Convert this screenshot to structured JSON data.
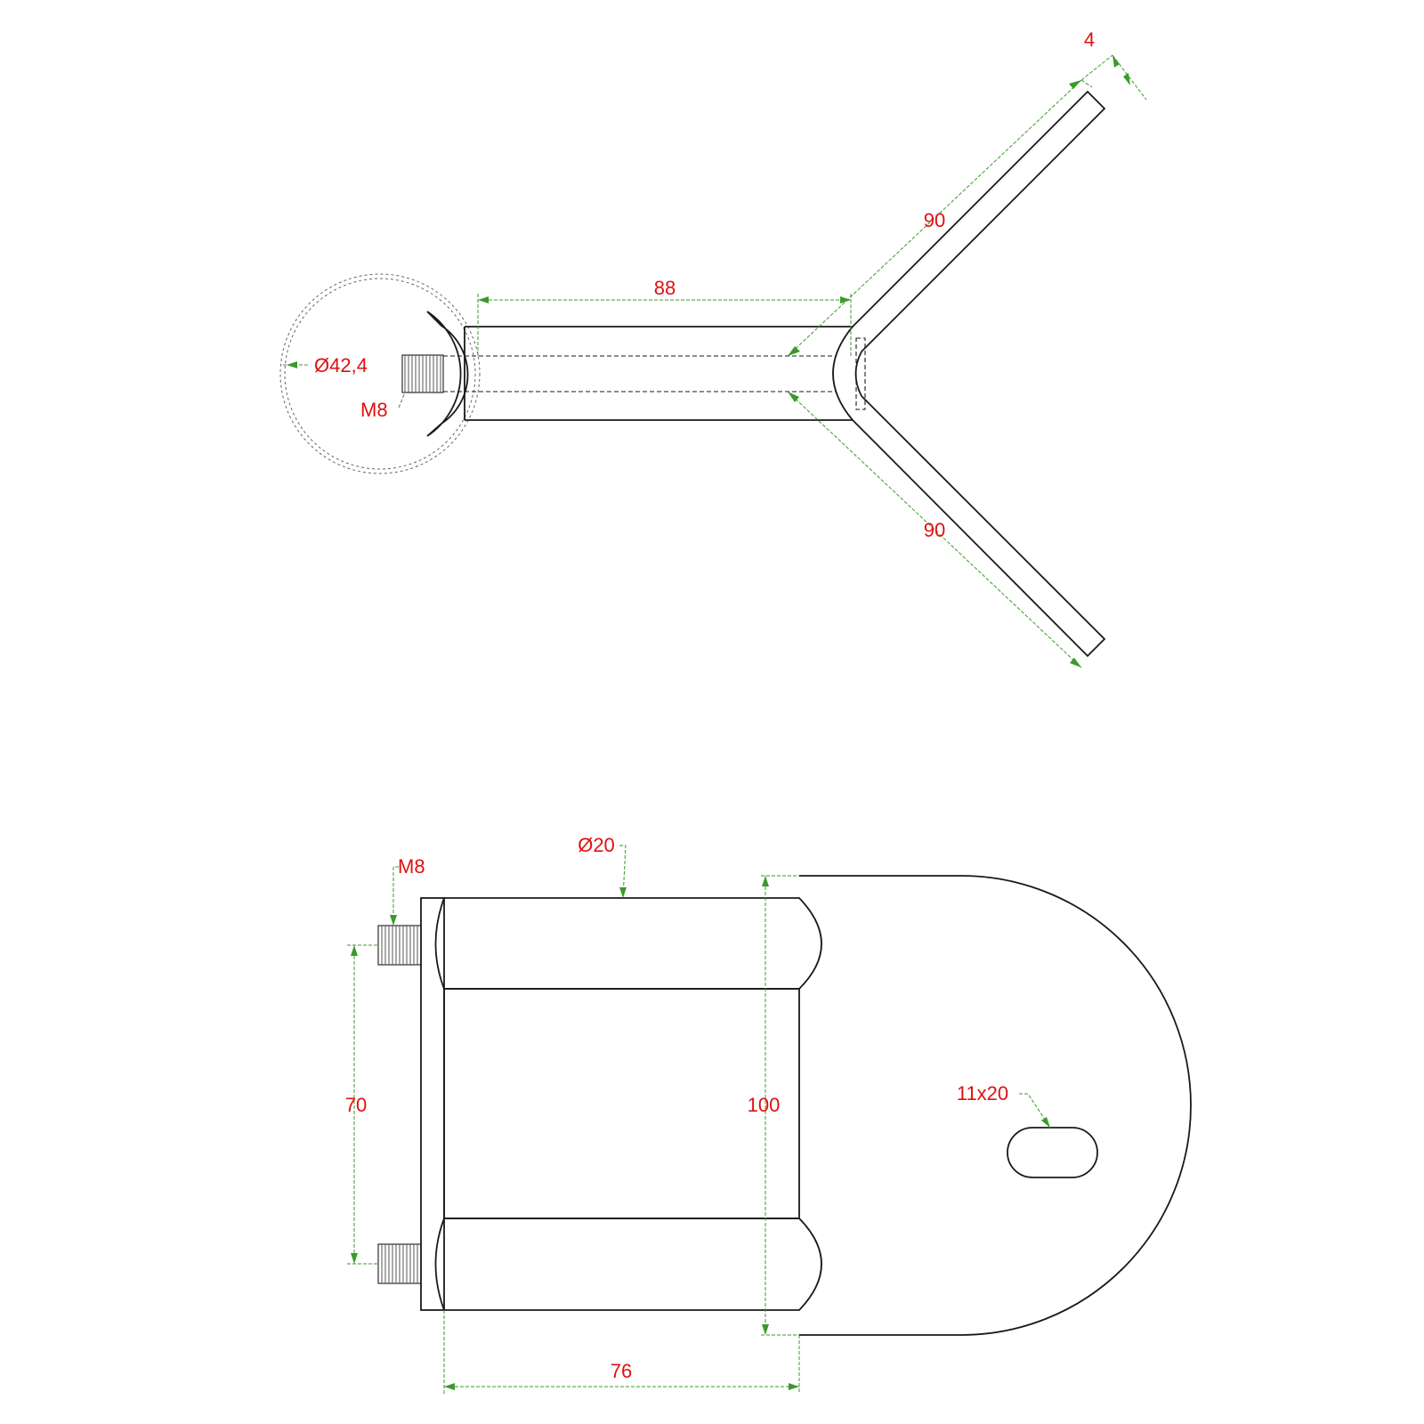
{
  "top_view": {
    "tube_diameter": "Ø42,4",
    "thread": "M8",
    "body_length": "88",
    "arm_upper_length": "90",
    "arm_lower_length": "90",
    "plate_thickness": "4"
  },
  "front_view": {
    "thread": "M8",
    "round_bar": "Ø20",
    "bolt_spacing": "70",
    "plate_height": "100",
    "slot": "11x20",
    "body_length": "76"
  },
  "colors": {
    "dimension_line": "#3a9a2a",
    "dimension_text": "#e01010",
    "outline": "#1a1a1a"
  }
}
